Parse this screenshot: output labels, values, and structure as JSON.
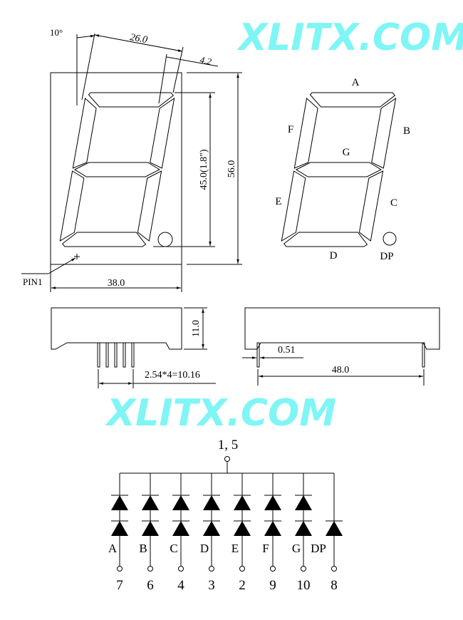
{
  "front_view": {
    "angle_label": "10°",
    "width_top_label": "26.0",
    "segment_width_label": "4.2",
    "digit_height_label": "45.0(1.8\")",
    "body_height_label": "56.0",
    "body_width_label": "38.0",
    "pin1_label": "PIN1"
  },
  "segment_view": {
    "labels": {
      "a": "A",
      "b": "B",
      "c": "C",
      "d": "D",
      "e": "E",
      "f": "F",
      "g": "G",
      "dp": "DP"
    }
  },
  "side_view": {
    "depth_label": "11.0",
    "pitch_label": "2.54*4=10.16",
    "pin_width_label": "0.51",
    "pin_span_label": "48.0"
  },
  "schematic": {
    "common_label": "1, 5",
    "channels": [
      {
        "segment": "A",
        "pin": "7",
        "diodes": 2
      },
      {
        "segment": "B",
        "pin": "6",
        "diodes": 2
      },
      {
        "segment": "C",
        "pin": "4",
        "diodes": 2
      },
      {
        "segment": "D",
        "pin": "3",
        "diodes": 2
      },
      {
        "segment": "E",
        "pin": "2",
        "diodes": 2
      },
      {
        "segment": "F",
        "pin": "9",
        "diodes": 2
      },
      {
        "segment": "G",
        "pin": "10",
        "diodes": 2
      },
      {
        "segment": "DP",
        "pin": "8",
        "diodes": 1
      }
    ]
  },
  "watermark": "XLITX.COM",
  "colors": {
    "line": "#000000",
    "watermark": "#7ff5f5"
  }
}
